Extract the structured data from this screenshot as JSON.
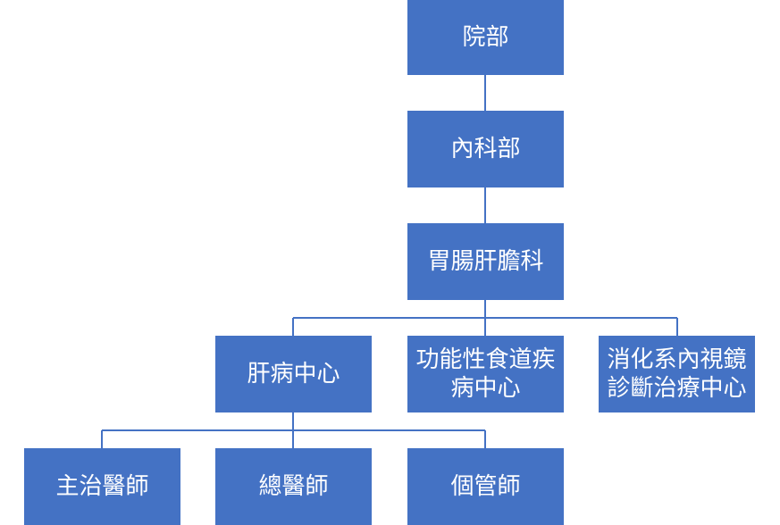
{
  "org_chart": {
    "nodes": [
      {
        "id": "hospital",
        "label": "院部"
      },
      {
        "id": "internal-medicine",
        "label": "內科部"
      },
      {
        "id": "gastro-hepatology",
        "label": "胃腸肝膽科"
      },
      {
        "id": "liver-center",
        "label": "肝病中心"
      },
      {
        "id": "esophageal-center",
        "label": "功能性食道疾\n病中心"
      },
      {
        "id": "endoscopy-center",
        "label": "消化系內視鏡\n診斷治療中心"
      },
      {
        "id": "attending-physician",
        "label": "主治醫師"
      },
      {
        "id": "chief-resident",
        "label": "總醫師"
      },
      {
        "id": "case-manager",
        "label": "個管師"
      }
    ],
    "links": [
      [
        "hospital",
        "internal-medicine"
      ],
      [
        "internal-medicine",
        "gastro-hepatology"
      ],
      [
        "gastro-hepatology",
        "liver-center"
      ],
      [
        "gastro-hepatology",
        "esophageal-center"
      ],
      [
        "gastro-hepatology",
        "endoscopy-center"
      ],
      [
        "liver-center",
        "attending-physician"
      ],
      [
        "liver-center",
        "chief-resident"
      ],
      [
        "liver-center",
        "case-manager"
      ]
    ],
    "colors": {
      "box": "#4472c4",
      "text": "#ffffff",
      "connector": "#4472c4"
    }
  }
}
